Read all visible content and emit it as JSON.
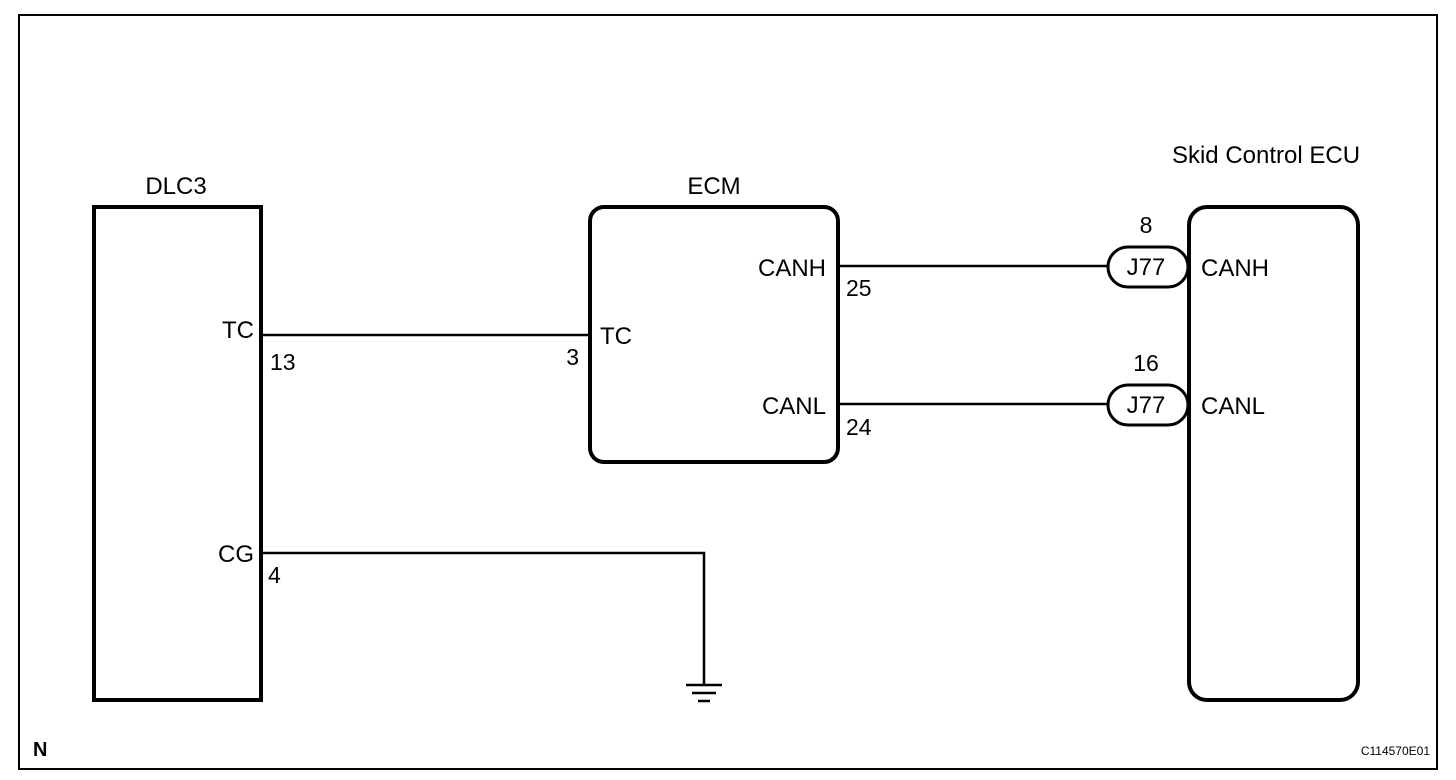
{
  "components": {
    "dlc3": {
      "label": "DLC3"
    },
    "ecm": {
      "label": "ECM"
    },
    "skid": {
      "label": "Skid Control ECU"
    }
  },
  "terminals": {
    "dlc3_tc": {
      "name": "TC",
      "pin": "13"
    },
    "dlc3_cg": {
      "name": "CG",
      "pin": "4"
    },
    "ecm_tc": {
      "name": "TC",
      "pin": "3"
    },
    "ecm_canh": {
      "name": "CANH",
      "pin": "25"
    },
    "ecm_canl": {
      "name": "CANL",
      "pin": "24"
    },
    "skid_canh": {
      "name": "CANH",
      "pin": "8"
    },
    "skid_canl": {
      "name": "CANL",
      "pin": "16"
    }
  },
  "connectors": {
    "canh": {
      "label": "J77"
    },
    "canl": {
      "label": "J77"
    }
  },
  "figure": {
    "corner_mark": "N",
    "code": "C114570E01"
  }
}
